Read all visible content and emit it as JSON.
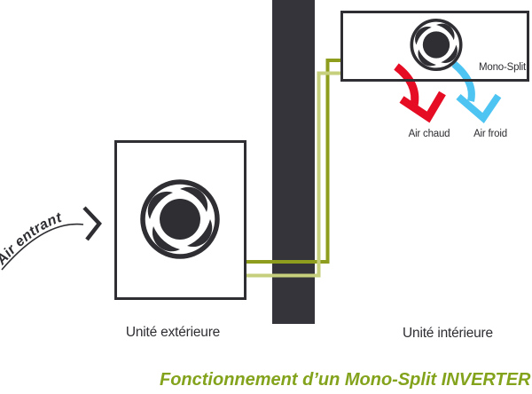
{
  "diagram": {
    "title": "Fonctionnement d’un Mono-Split INVERTER",
    "outdoor_unit": {
      "label": "Unité extérieure",
      "icon": "fan-icon"
    },
    "indoor_unit": {
      "label": "Unité intérieure",
      "badge": "Mono-Split",
      "icon": "fan-icon"
    },
    "flows": {
      "air_in": "Air entrant",
      "hot_air": "Air chaud",
      "cold_air": "Air froid"
    },
    "colors": {
      "hot_air": "#e50c23",
      "cold_air": "#4ec4f2",
      "pipe_dark": "#8e9d1d",
      "pipe_light": "#c6cf7c",
      "wall": "#35343a",
      "ink": "#2e2d32",
      "title_green": "#84a31c"
    }
  }
}
